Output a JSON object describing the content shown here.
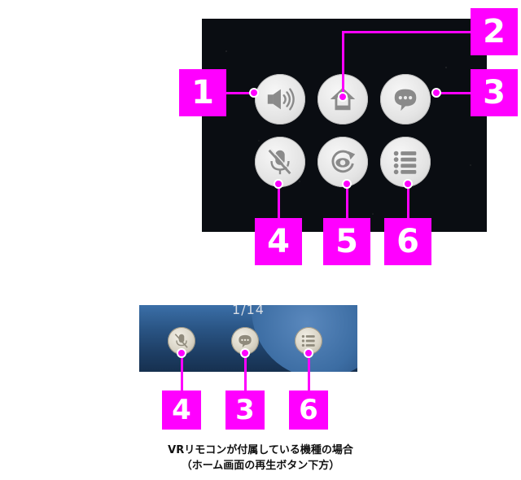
{
  "top_callouts": [
    "1",
    "2",
    "3",
    "4",
    "5",
    "6"
  ],
  "bottom_panel": {
    "counter": "1/14",
    "callouts": [
      "4",
      "3",
      "6"
    ]
  },
  "caption": {
    "line1": "VRリモコンが付属している機種の場合",
    "line2": "（ホーム画面の再生ボタン下方）"
  },
  "icons": {
    "speaker": "speaker-icon",
    "home": "home-icon",
    "chat": "chat-bubble-icon",
    "mic_mute": "mic-mute-icon",
    "recenter": "recenter-eye-icon",
    "list": "list-menu-icon"
  },
  "colors": {
    "callout": "#ff00ff",
    "panel_bg": "#0a0d12",
    "button_face": "#e6e6e6",
    "icon": "#8a8a8a"
  }
}
